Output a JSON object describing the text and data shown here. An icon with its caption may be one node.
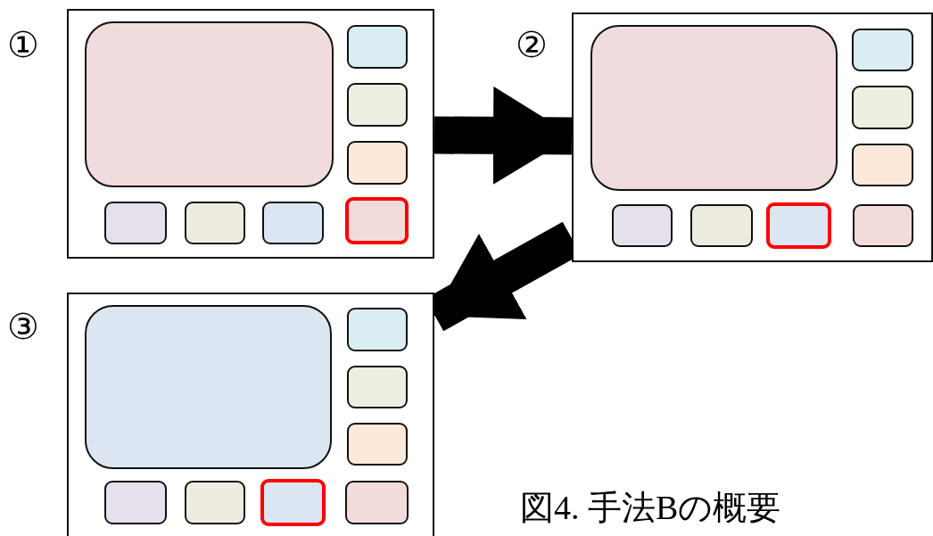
{
  "diagram": {
    "caption": "図4. 手法Bの概要",
    "nodes": [
      {
        "text": [
          "①"
        ]
      },
      {
        "text": [],
        "shape": "box",
        "in": 0
      },
      {
        "text": [],
        "shape": "box",
        "in": 0
      },
      {
        "text": [],
        "shape": "box",
        "in": 0
      },
      {
        "text": [],
        "shape": "box",
        "in": 0
      },
      {
        "text": [],
        "shape": "box",
        "in": 0
      },
      {
        "text": [],
        "shape": "box",
        "in": 0
      },
      {
        "text": [],
        "shape": "box",
        "in": 0
      },
      {
        "text": [],
        "shape": "box",
        "in": 0
      },
      {
        "text": [
          "②"
        ]
      },
      {
        "text": [],
        "shape": "box",
        "in": 9
      },
      {
        "text": [],
        "shape": "box",
        "in": 9
      },
      {
        "text": [],
        "shape": "box",
        "in": 9
      },
      {
        "text": [],
        "shape": "box",
        "in": 9
      },
      {
        "text": [],
        "shape": "box",
        "in": 9
      },
      {
        "text": [],
        "shape": "box",
        "in": 9
      },
      {
        "text": [],
        "shape": "box",
        "in": 9
      },
      {
        "text": [],
        "shape": "box",
        "in": 9
      },
      {
        "text": [
          "③"
        ]
      },
      {
        "text": [],
        "shape": "box",
        "in": 18
      },
      {
        "text": [],
        "shape": "box",
        "in": 18
      },
      {
        "text": [],
        "shape": "box",
        "in": 18
      },
      {
        "text": [],
        "shape": "box",
        "in": 18
      },
      {
        "text": [],
        "shape": "box",
        "in": 18
      },
      {
        "text": [],
        "shape": "box",
        "in": 18
      },
      {
        "text": [],
        "shape": "box",
        "in": 18
      },
      {
        "text": [],
        "shape": "box",
        "in": 18
      }
    ],
    "edges": [
      {
        "from": 0,
        "to": 9,
        "arrow": "to"
      },
      {
        "from": 9,
        "to": 18,
        "arrow": "to"
      }
    ]
  }
}
